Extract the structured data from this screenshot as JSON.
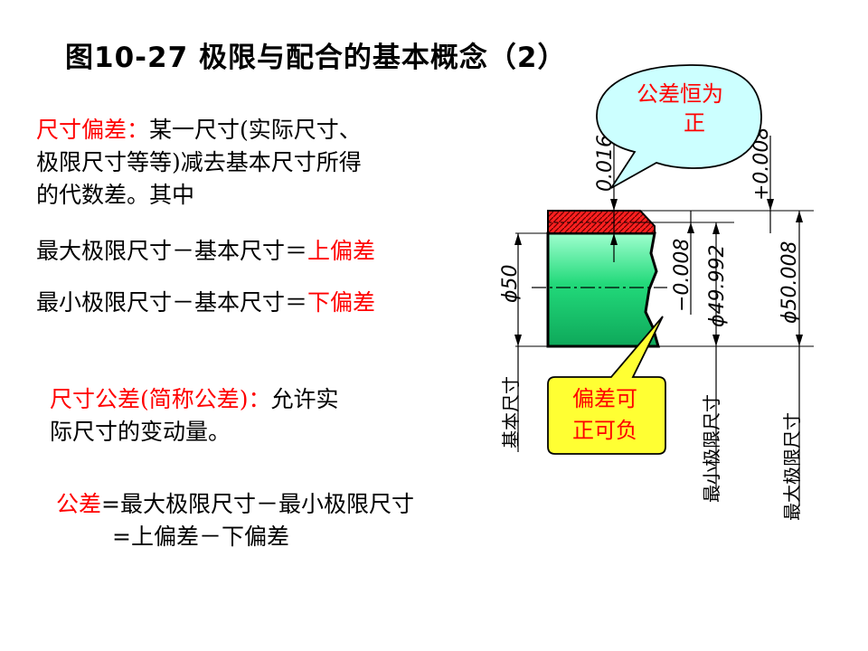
{
  "title": "图10-27   极限与配合的基本概念（2）",
  "deviation": {
    "term": "尺寸偏差：",
    "line1_rest": "某一尺寸(实际尺寸、",
    "line2": "极限尺寸等等)减去基本尺寸所得",
    "line3": "的代数差。其中"
  },
  "formula_upper": {
    "expr": "最大极限尺寸－基本尺寸＝",
    "result": "上偏差"
  },
  "formula_lower": {
    "expr": "最小极限尺寸－基本尺寸＝",
    "result": "下偏差"
  },
  "tolerance": {
    "term": "尺寸公差(简称公差)：",
    "line1_rest": "允许实",
    "line2": "际尺寸的变动量。"
  },
  "tolerance_formula": {
    "term": "公差",
    "line1_rest": "=最大极限尺寸－最小极限尺寸",
    "line2": "=上偏差－下偏差"
  },
  "diagram": {
    "callout_top": {
      "line1": "公差恒为",
      "line2": "正"
    },
    "callout_bottom": {
      "line1": "偏差可",
      "line2": "正可负"
    },
    "dim_tolerance": "0.016",
    "dim_upper_dev": "+0.008",
    "dim_lower_dev": "−0.008",
    "dim_min": "ϕ49.992",
    "dim_max": "ϕ50.008",
    "dim_basic": "ϕ50",
    "label_basic": "基本尺寸",
    "label_min": "最小极限尺寸",
    "label_max": "最大极限尺寸",
    "colors": {
      "shaft": "#22d97a",
      "tolerance_zone": "#ff2020",
      "callout_top": "#ccffff",
      "callout_bottom": "#ffff33",
      "highlight": "#ff0000"
    }
  }
}
